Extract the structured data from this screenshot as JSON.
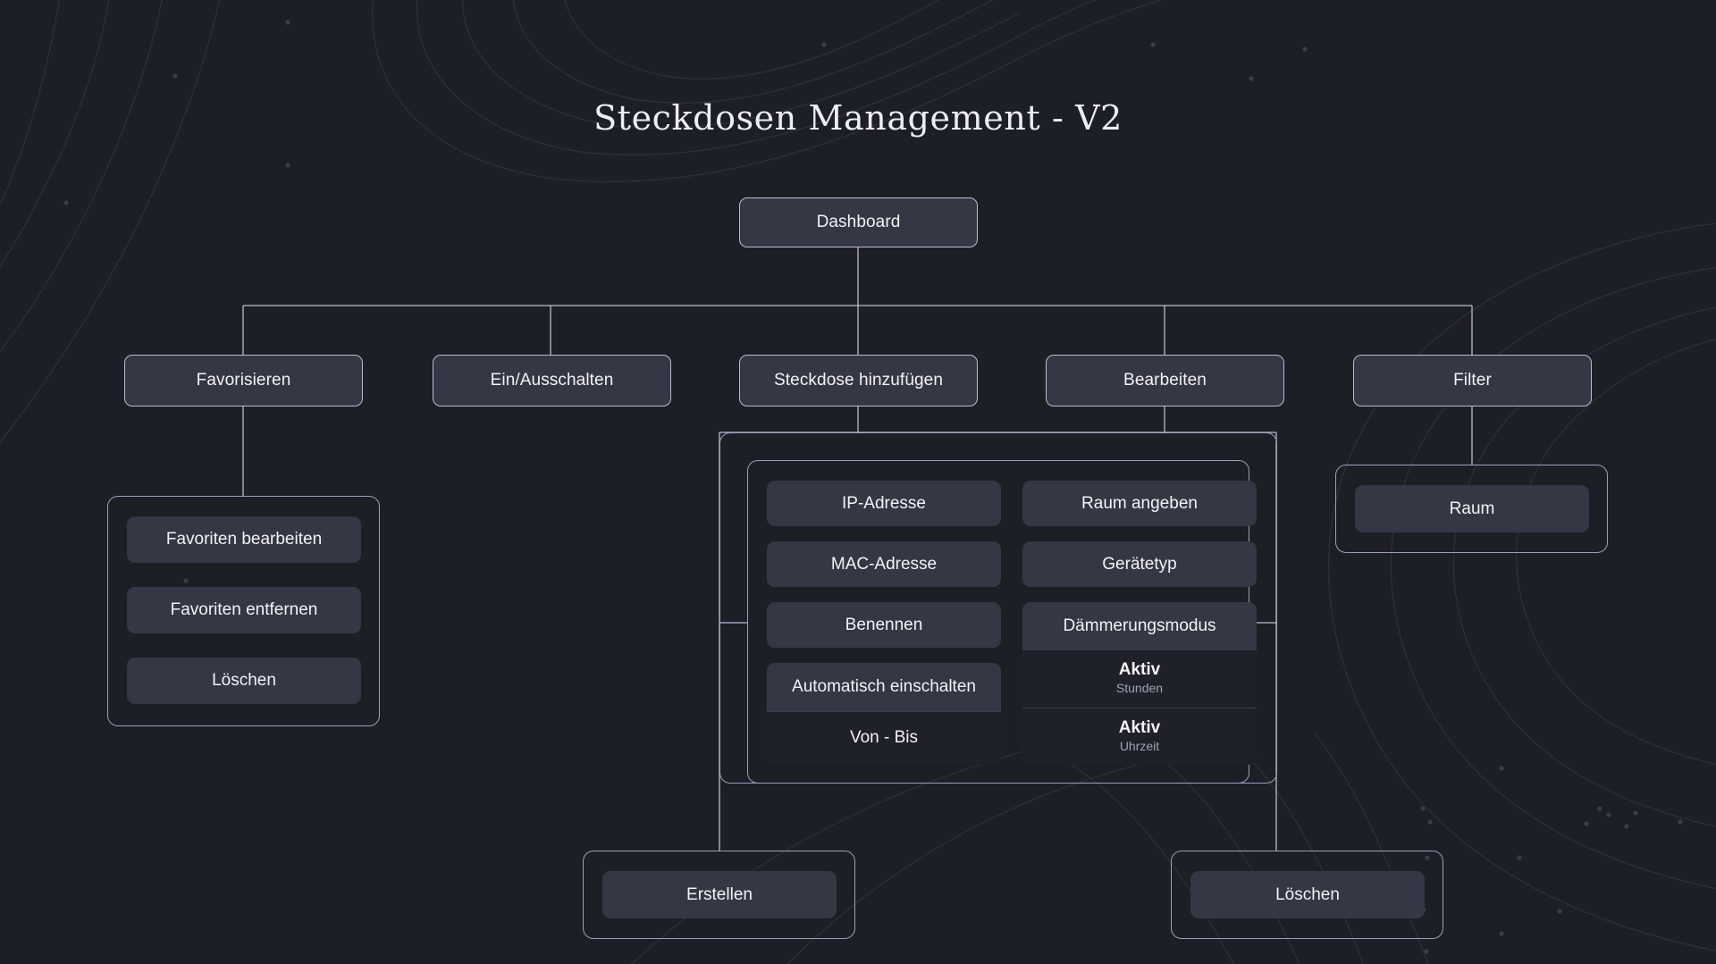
{
  "title": "Steckdosen Management - V2",
  "theme": {
    "background": "#1d1f26",
    "node_fill": "#343744",
    "node_border": "#b9bcd0",
    "group_border": "#9aa0b8",
    "sub_fill": "#1f212a",
    "text": "#f2f3f7",
    "muted_text": "#9ea3b5",
    "edge_color": "#b9bcd0"
  },
  "root": {
    "label": "Dashboard"
  },
  "branches": [
    {
      "label": "Favorisieren"
    },
    {
      "label": "Ein/Ausschalten"
    },
    {
      "label": "Steckdose hinzufügen"
    },
    {
      "label": "Bearbeiten"
    },
    {
      "label": "Filter"
    }
  ],
  "favoriten_group": {
    "items": [
      {
        "label": "Favoriten bearbeiten"
      },
      {
        "label": "Favoriten entfernen"
      },
      {
        "label": "Löschen"
      }
    ]
  },
  "filter_group": {
    "items": [
      {
        "label": "Raum"
      }
    ]
  },
  "detail_panel": {
    "left_column": [
      {
        "type": "pill",
        "label": "IP-Adresse"
      },
      {
        "type": "pill",
        "label": "MAC-Adresse"
      },
      {
        "type": "pill",
        "label": "Benennen"
      },
      {
        "type": "card",
        "label": "Automatisch einschalten",
        "subs": [
          {
            "main": "Von - Bis",
            "note": ""
          }
        ]
      }
    ],
    "right_column": [
      {
        "type": "pill",
        "label": "Raum angeben"
      },
      {
        "type": "pill",
        "label": "Gerätetyp"
      },
      {
        "type": "card",
        "label": "Dämmerungsmodus",
        "subs": [
          {
            "main": "Aktiv",
            "note": "Stunden"
          },
          {
            "main": "Aktiv",
            "note": "Uhrzeit"
          }
        ]
      }
    ]
  },
  "actions": {
    "create": {
      "label": "Erstellen"
    },
    "delete": {
      "label": "Löschen"
    }
  }
}
